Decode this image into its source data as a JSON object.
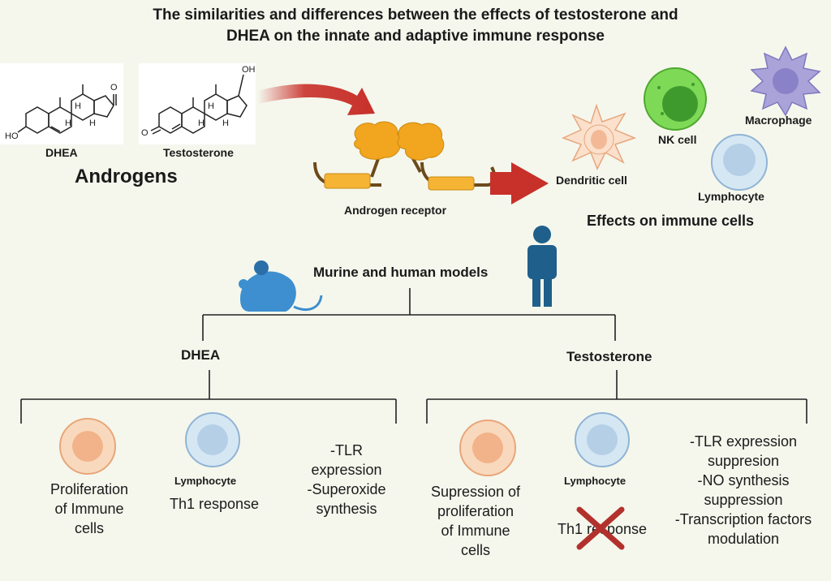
{
  "title_line1": "The similarities and differences between the effects of testosterone and",
  "title_line2": "DHEA on the innate and adaptive immune response",
  "molecules": {
    "dhea_label": "DHEA",
    "testosterone_label": "Testosterone",
    "group_label": "Androgens",
    "atom_o": "O",
    "atom_ho": "HO",
    "atom_oh": "OH",
    "atom_h": "H"
  },
  "receptor_label": "Androgen receptor",
  "immune_cells": {
    "dendritic": "Dendritic cell",
    "nk": "NK cell",
    "macrophage": "Macrophage",
    "lymphocyte": "Lymphocyte",
    "caption": "Effects on immune cells"
  },
  "models_label": "Murine and human models",
  "branches": {
    "dhea": {
      "label": "DHEA",
      "effect1": [
        "Proliferation",
        "of Immune",
        "cells"
      ],
      "lymphocyte_label": "Lymphocyte",
      "effect2": "Th1 response",
      "effect3": [
        "-TLR",
        "expression",
        "-Superoxide",
        "synthesis"
      ]
    },
    "testosterone": {
      "label": "Testosterone",
      "effect1": [
        "Supression of",
        "proliferation",
        "of Immune",
        "cells"
      ],
      "lymphocyte_label": "Lymphocyte",
      "effect2": "Th1 response",
      "effect3": [
        "-TLR expression",
        "suppresion",
        "-NO synthesis",
        "suppression",
        "-Transcription factors",
        "modulation"
      ]
    }
  },
  "colors": {
    "arrow_red": "#c8302a",
    "receptor_orange": "#f2a51e",
    "receptor_bar": "#f5b434",
    "mouse_blue": "#3d8fcf",
    "human_blue": "#1f5f8b",
    "nk_green": "#7ed957",
    "macrophage_purple": "#a9a3d9",
    "lymph_blue": "#c9dff0",
    "prolif_orange": "#f6c59a",
    "cross_red": "#b3312c"
  },
  "icons": {
    "mouse": "mouse-icon",
    "human": "human-icon",
    "cross": "cross-icon"
  }
}
